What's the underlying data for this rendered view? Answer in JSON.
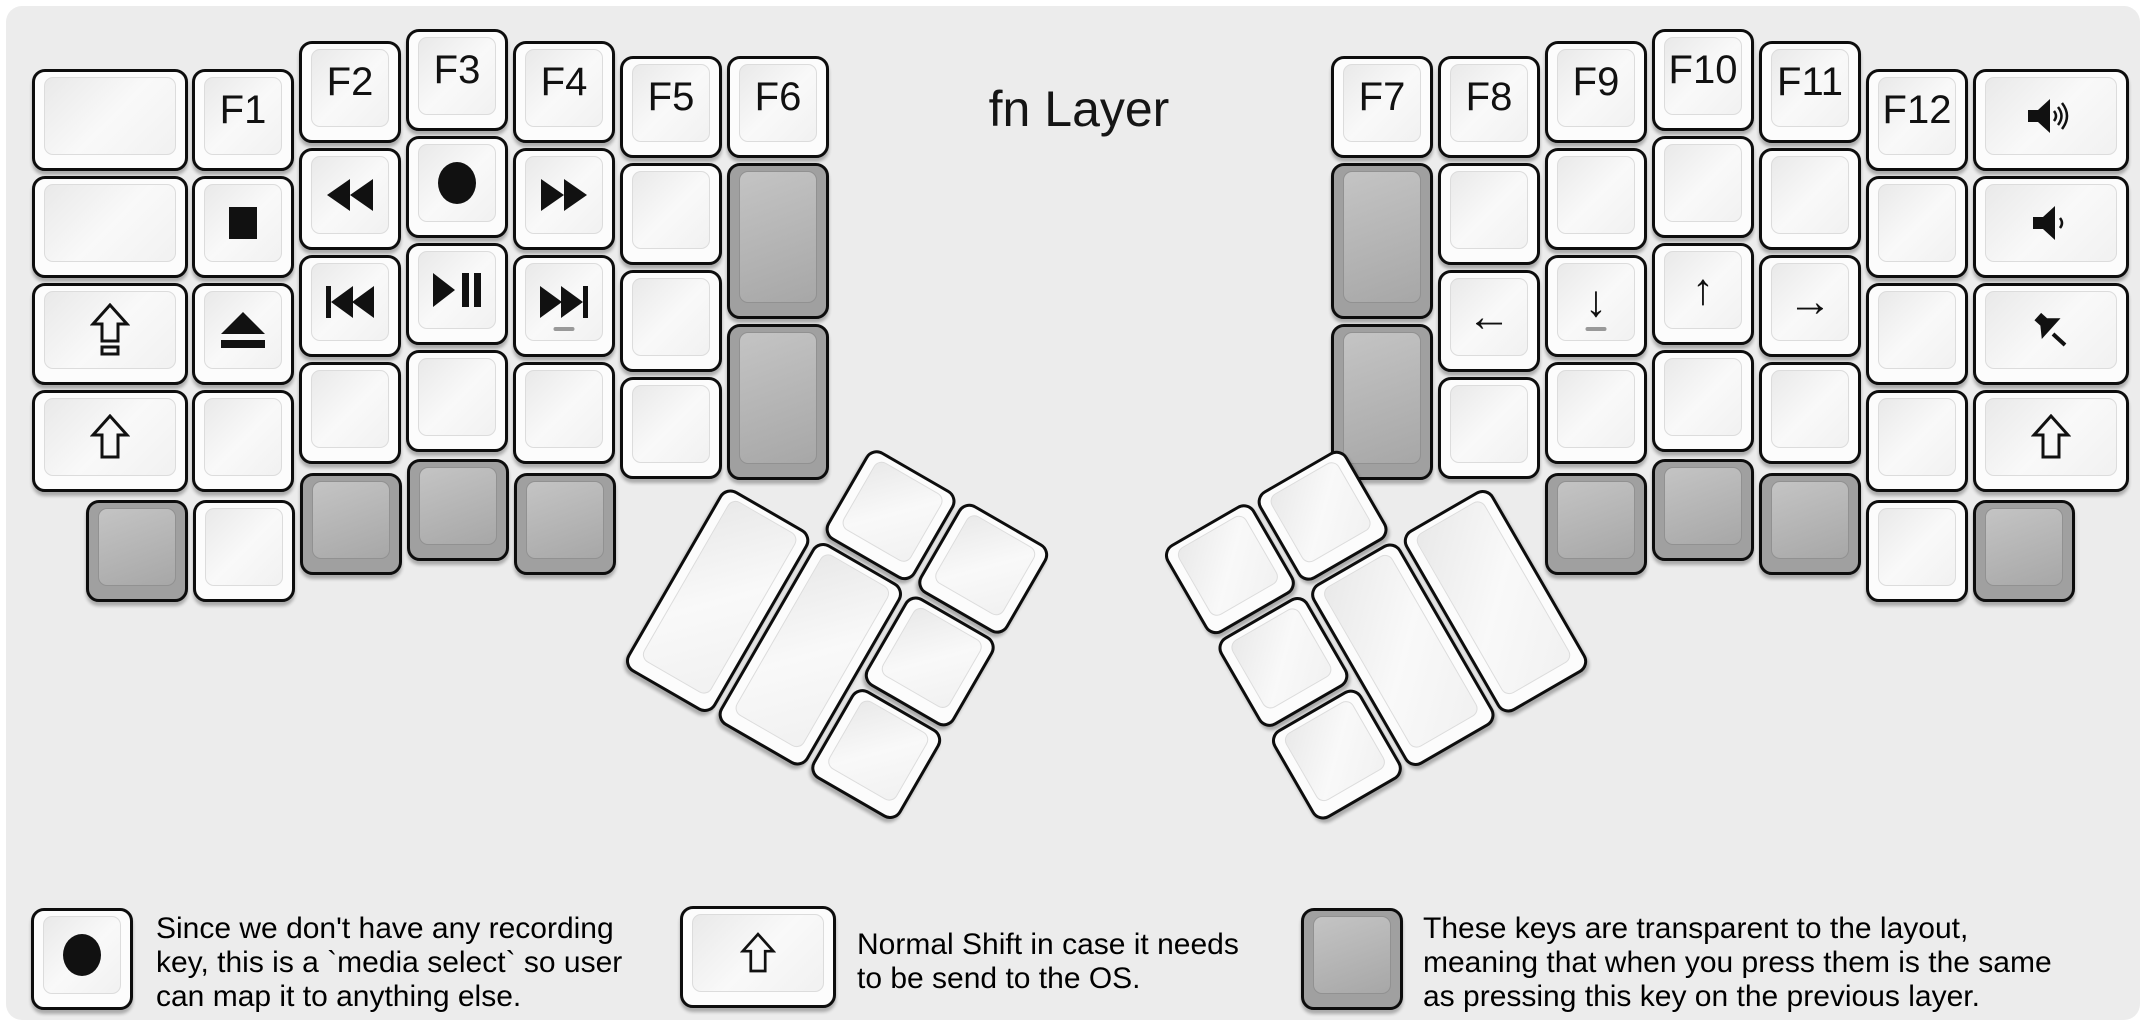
{
  "title": "fn Layer",
  "keys": {
    "f1": "F1",
    "f2": "F2",
    "f3": "F3",
    "f4": "F4",
    "f5": "F5",
    "f6": "F6",
    "f7": "F7",
    "f8": "F8",
    "f9": "F9",
    "f10": "F10",
    "f11": "F11",
    "f12": "F12",
    "arrow_left": "←",
    "arrow_down": "↓",
    "arrow_up": "↑",
    "arrow_right": "→"
  },
  "icons": {
    "stop": "stop-icon",
    "eject": "eject-icon",
    "record": "record-icon",
    "rewind": "rewind-icon",
    "fast_forward": "fast-forward-icon",
    "prev_track": "previous-track-icon",
    "play_pause": "play-pause-icon",
    "next_track": "next-track-icon",
    "volume_up": "volume-up-icon",
    "volume_down": "volume-down-icon",
    "mute": "mute-icon",
    "shift": "shift-icon",
    "caps_lock": "caps-lock-icon",
    "homing_bar": "homing-bar"
  },
  "colors": {
    "background": "#ececec",
    "key_white": "#fcfcfc",
    "key_transparent_gray": "#a0a0a0",
    "key_border": "#0d0d0d",
    "text": "#000000"
  },
  "legend": {
    "items": [
      {
        "key_type": "record-key",
        "lines": [
          "Since we don't have any recording",
          "key, this is a `media select` so user",
          "can map it to anything else."
        ]
      },
      {
        "key_type": "shift-key",
        "lines": [
          "Normal Shift in case it needs",
          "to be send to the OS."
        ]
      },
      {
        "key_type": "transparent-key",
        "lines": [
          "These keys are transparent to the layout,",
          "meaning that when you press them is the same",
          "as pressing this key on the previous layer."
        ]
      }
    ]
  }
}
